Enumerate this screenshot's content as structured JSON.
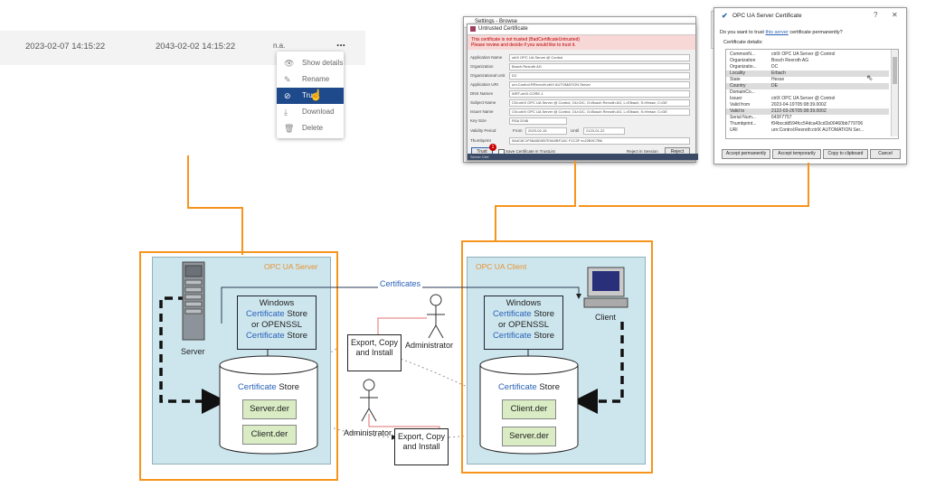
{
  "row": {
    "created": "2023-02-07 14:15:22",
    "expires": "2043-02-02 14:15:22",
    "status": "n.a.",
    "more": "..."
  },
  "context_menu": {
    "items": [
      {
        "label": "Show details",
        "icon": "eye-icon"
      },
      {
        "label": "Rename",
        "icon": "pencil-icon"
      },
      {
        "label": "Trust",
        "icon": "check-circle-icon"
      },
      {
        "label": "Download",
        "icon": "download-icon"
      },
      {
        "label": "Delete",
        "icon": "trash-icon"
      }
    ],
    "selected": "Trust"
  },
  "untrusted_dialog": {
    "title": "Untrusted Certificate",
    "behind_title": "Settings - Browse",
    "warning_line1": "This certificate is not trusted (BadCertificateUntrusted)",
    "warning_line2": "Please review and decide if you would like to trust it.",
    "fields": [
      {
        "key": "Application Name",
        "value": "ctrlX OPC UA Server @ Control"
      },
      {
        "key": "Organization",
        "value": "Bosch Rexroth AG"
      },
      {
        "key": "Organizational Unit",
        "value": "DC"
      },
      {
        "key": "Application URI",
        "value": "urn:Control:RRexroth:ctrlX AUTOMATION Server"
      },
      {
        "key": "DNS Names",
        "value": "WRT-ctrlX-CORE-1"
      },
      {
        "key": "Subject Name",
        "value": "CN=ctrlX OPC UA Server @ Control, OU=DC, O=Bosch Rexroth AG, L=Elbach, S=Hesse, C=DE"
      },
      {
        "key": "Issuer Name",
        "value": "CN=ctrlX OPC UA Server @ Control, OU=DC, O=Bosch Rexroth AG, L=Elbach, S=Hesse, C=DE"
      },
      {
        "key": "Key Size",
        "value": "RSA 2048"
      }
    ],
    "validity_label": "Validity Period",
    "from_label": "From",
    "from_value": "2023-02-15",
    "until_label": "Until",
    "until_value": "2123-01-22",
    "thumbprint_label": "Thumbprint",
    "thumbprint_value": "9A4C8C1F08A5D0B7E9A0BF1AC F1C3F ec22B9C7B6",
    "trust_button": "Trust",
    "badge": "1",
    "save_checkbox_label": "Save Certificate in TrustList",
    "reject_session_button": "Reject in Session",
    "reject_button": "Reject",
    "footer": "Server Cert"
  },
  "ua_dialog": {
    "title": "OPC UA Server Certificate",
    "help": "?",
    "close": "✕",
    "prompt_prefix": "Do you want to trust ",
    "prompt_link": "this server",
    "prompt_suffix": " certificate permanently?",
    "details_label": "Certificate details:",
    "rows": [
      {
        "key": "CommonN...",
        "value": "ctrlX OPC UA Server @ Control"
      },
      {
        "key": "Organization",
        "value": "Bosch Rexroth AG"
      },
      {
        "key": "Organizatio...",
        "value": "DC"
      },
      {
        "key": "Locality",
        "value": "Erbach"
      },
      {
        "key": "State",
        "value": "Hesse"
      },
      {
        "key": "Country",
        "value": "DE"
      },
      {
        "key": "DomainCo...",
        "value": ""
      },
      {
        "key": "Issuer",
        "value": "ctrlX OPC UA Server @ Control"
      },
      {
        "key": "Valid from",
        "value": "2023-04-19T05:08:39.000Z"
      },
      {
        "key": "Valid to",
        "value": "2122-03-26T05:08:39.000Z"
      },
      {
        "key": "Serial Num...",
        "value": "643F7757"
      },
      {
        "key": "Thumbprint...",
        "value": "f04bccdd594fcc54dca43cd1b00460bb779706"
      },
      {
        "key": "URI",
        "value": "urn:Control:Rexroth:ctrlX AUTOMATION Ser..."
      }
    ],
    "buttons": [
      "Accept permanently",
      "Accept temporarily",
      "Copy to clipboard",
      "Cancel"
    ]
  },
  "diagram": {
    "server_zone_title": "OPC UA Server",
    "client_zone_title": "OPC UA Client",
    "certificates_label": "Certificates",
    "server_label": "Server",
    "client_label": "Client",
    "store_lines": [
      "Windows",
      "Certificate",
      "Store",
      "or OPENSSL",
      "Certificate",
      "Store"
    ],
    "cert_store_label_blue": "Certificate",
    "cert_store_label_rest": " Store",
    "server_der": "Server.der",
    "client_der": "Client.der",
    "admin_label": "Administrator",
    "export_lines": [
      "Export, Copy",
      "and Install"
    ]
  }
}
